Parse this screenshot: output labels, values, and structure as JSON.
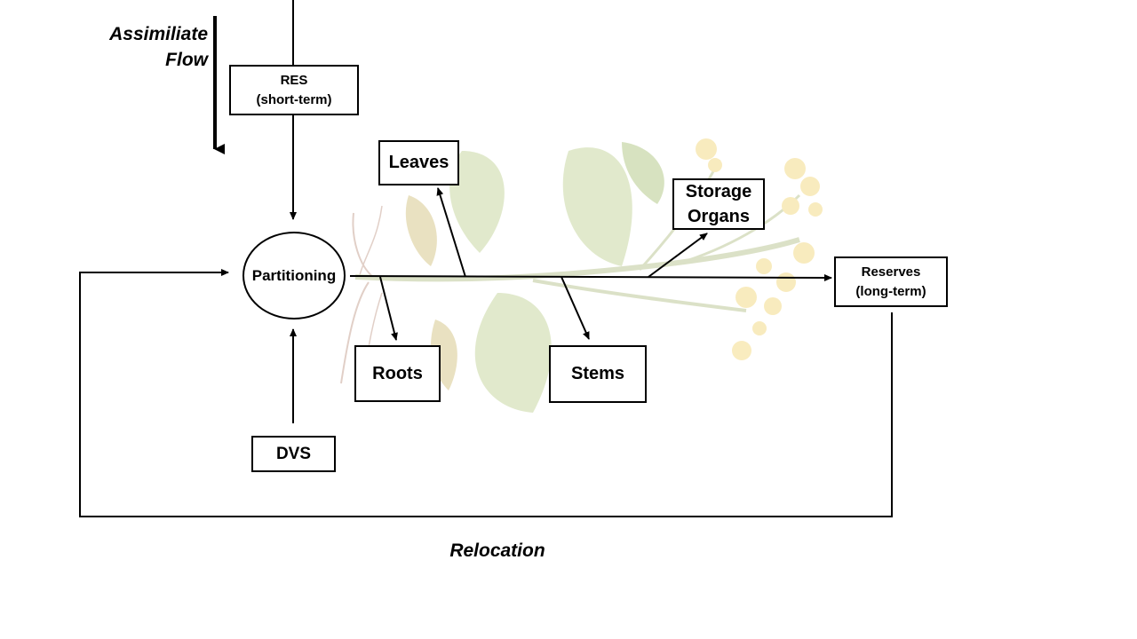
{
  "labels": {
    "assimilate_flow_line1": "Assimiliate",
    "assimilate_flow_line2": "Flow",
    "relocation": "Relocation"
  },
  "nodes": {
    "res_title": "RES",
    "res_subtitle": "(short-term)",
    "partitioning": "Partitioning",
    "dvs": "DVS",
    "leaves": "Leaves",
    "storage_line1": "Storage",
    "storage_line2": "Organs",
    "reserves_title": "Reserves",
    "reserves_subtitle": "(long-term)",
    "roots": "Roots",
    "stems": "Stems"
  },
  "colors": {
    "line": "#000000",
    "leaf": "#cfdcb0",
    "leaf_dark": "#b5c98f",
    "stem": "#c9cfa8",
    "root": "#d8c7bd",
    "flower": "#f6e3a0"
  }
}
